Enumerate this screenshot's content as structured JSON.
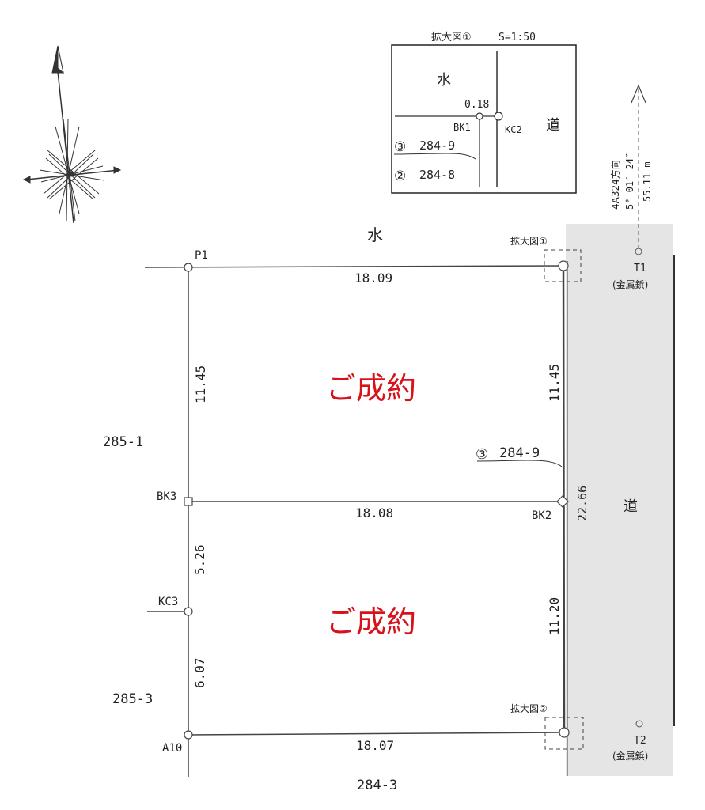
{
  "colors": {
    "road_fill": "#e5e5e5",
    "line": "#444444",
    "sold_red": "#d8121a"
  },
  "icons": {
    "north": "north-arrow-compass-icon"
  },
  "inset": {
    "title": "拡大図①",
    "scale": "S=1:50",
    "water": "水",
    "road": "道",
    "distance": "0.18",
    "bk1": "BK1",
    "kc2": "KC2",
    "parcel_a_num": "③",
    "parcel_a": "284-9",
    "parcel_b_num": "②",
    "parcel_b": "284-8"
  },
  "bearing": {
    "label": "4A324方向",
    "angle": "5° 01′ 24″",
    "distance": "55.11 m"
  },
  "main": {
    "water_label": "水",
    "road_label": "道",
    "enlarge1": "拡大図①",
    "enlarge2": "拡大図②",
    "t1": "T1",
    "t1_note": "(金属鋲)",
    "t2": "T2",
    "t2_note": "(金属鋲)",
    "p1": "P1",
    "bk3": "BK3",
    "bk2": "BK2",
    "kc3": "KC3",
    "a10": "A10",
    "top_width": "18.09",
    "middle_width": "18.08",
    "bottom_width": "18.07",
    "left_upper": "11.45",
    "left_mid": "5.26",
    "left_lower": "6.07",
    "right_upper": "11.45",
    "right_lower": "11.20",
    "road_edge": "22.66",
    "parcel_285_1": "285-1",
    "parcel_285_3": "285-3",
    "parcel_284_3": "284-3",
    "label_num": "③",
    "label_parcel": "284-9",
    "lot_upper_status": "ご成約",
    "lot_lower_status": "ご成約"
  }
}
